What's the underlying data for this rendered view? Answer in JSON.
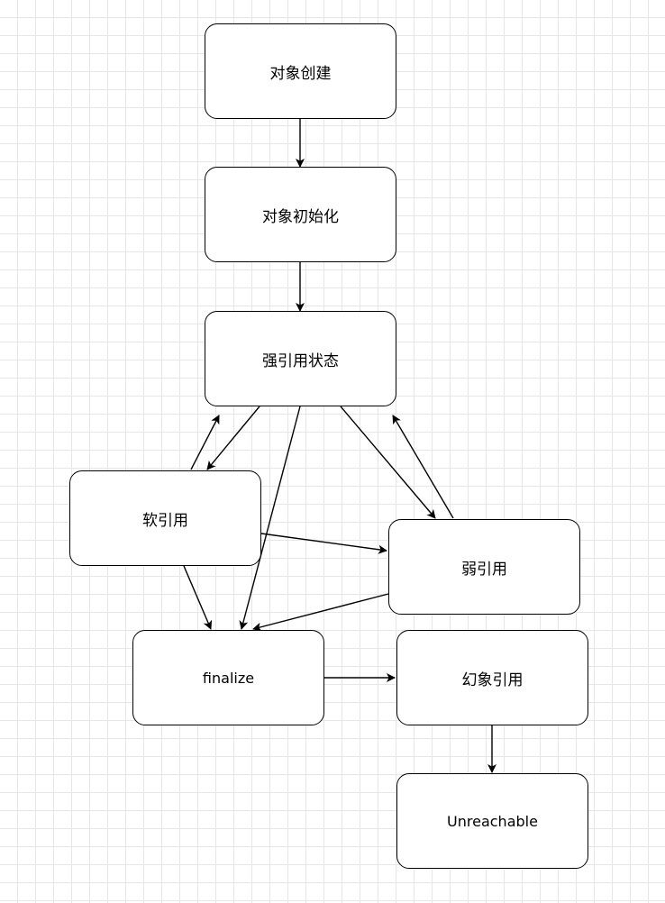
{
  "colors": {
    "stroke": "#000000",
    "node_fill": "#ffffff",
    "grid": "#e6e6e6",
    "background": "#ffffff"
  },
  "nodes": {
    "object_creation": "对象创建",
    "object_init": "对象初始化",
    "strong_ref": "强引用状态",
    "soft_ref": "软引用",
    "weak_ref": "弱引用",
    "finalize": "finalize",
    "phantom_ref": "幻象引用",
    "unreachable": "Unreachable"
  },
  "edges": [
    {
      "from": "object_creation",
      "to": "object_init"
    },
    {
      "from": "object_init",
      "to": "strong_ref"
    },
    {
      "from": "strong_ref",
      "to": "soft_ref"
    },
    {
      "from": "soft_ref",
      "to": "strong_ref"
    },
    {
      "from": "strong_ref",
      "to": "weak_ref"
    },
    {
      "from": "weak_ref",
      "to": "strong_ref"
    },
    {
      "from": "strong_ref",
      "to": "finalize"
    },
    {
      "from": "soft_ref",
      "to": "weak_ref"
    },
    {
      "from": "soft_ref",
      "to": "finalize"
    },
    {
      "from": "weak_ref",
      "to": "finalize"
    },
    {
      "from": "finalize",
      "to": "phantom_ref"
    },
    {
      "from": "phantom_ref",
      "to": "unreachable"
    }
  ]
}
